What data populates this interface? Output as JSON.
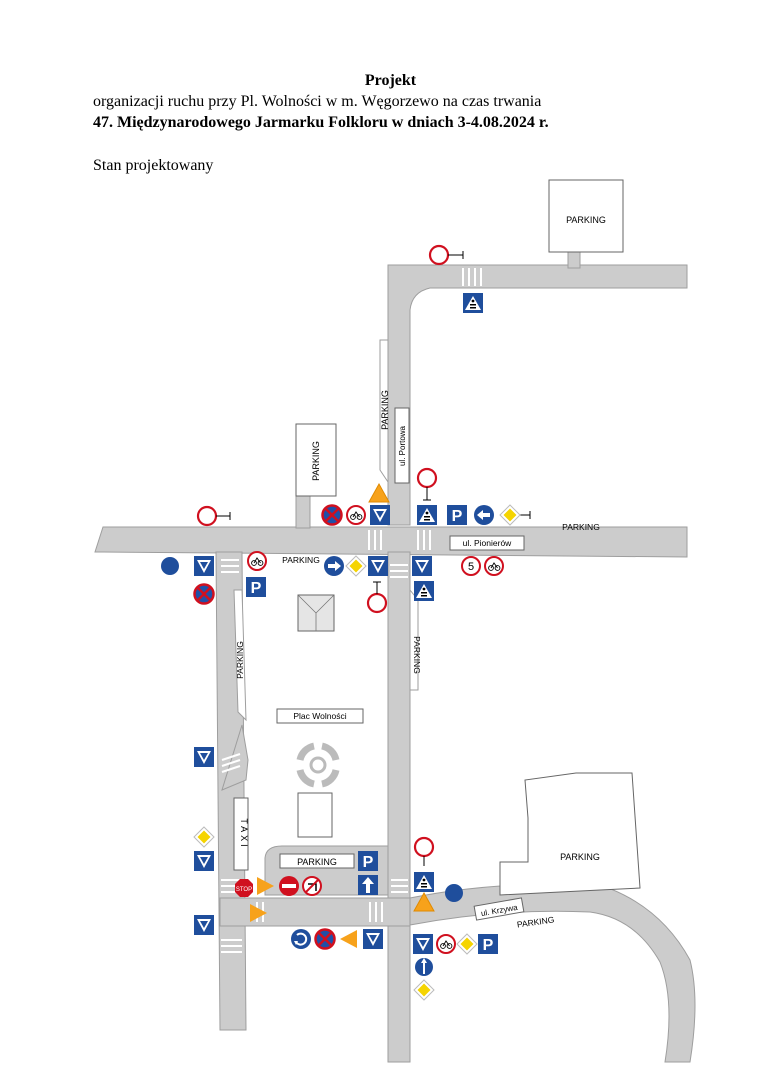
{
  "header": {
    "title": "Projekt",
    "line1": "organizacji ruchu przy Pl. Wolności w m. Węgorzewo na czas trwania",
    "line2": "47. Międzynarodowego Jarmarku Folkloru w dniach 3-4.08.2024 r.",
    "state": "Stan projektowany"
  },
  "map": {
    "road_color": "#cccccc",
    "road_edge": "#9e9e9e",
    "labels": {
      "parking_top": "PARKING",
      "parking_left_box": "PARKING",
      "parking_portowa": "PARKING",
      "portowa": "ul. Portowa",
      "pionierow": "ul. Pionierów",
      "parking_pionierow": "PARKING",
      "parking_top_strip": "PARKING",
      "parking_left_strip": "PARKING",
      "parking_right_strip": "PARKING",
      "plac": "Plac Wolności",
      "taxi": "TAXI",
      "parking_bottom_bay": "PARKING",
      "parking_big": "PARKING",
      "krzywa": "ul. Krzywa",
      "parking_krzywa": "PARKING",
      "stop": "STOP",
      "p_sign": "P",
      "speed": "5"
    },
    "signs": [
      "closed-road-icon",
      "closed-road-icon",
      "closed-road-icon",
      "closed-road-icon",
      "pedestrian-crossing-icon",
      "priority-road-icon",
      "no-stopping-icon",
      "no-bicycles-icon",
      "yield-icon",
      "parking-sign-icon",
      "one-way-arrow-icon",
      "no-entry-icon",
      "no-left-turn-icon",
      "roundabout-icon",
      "warning-triangle-icon"
    ]
  }
}
